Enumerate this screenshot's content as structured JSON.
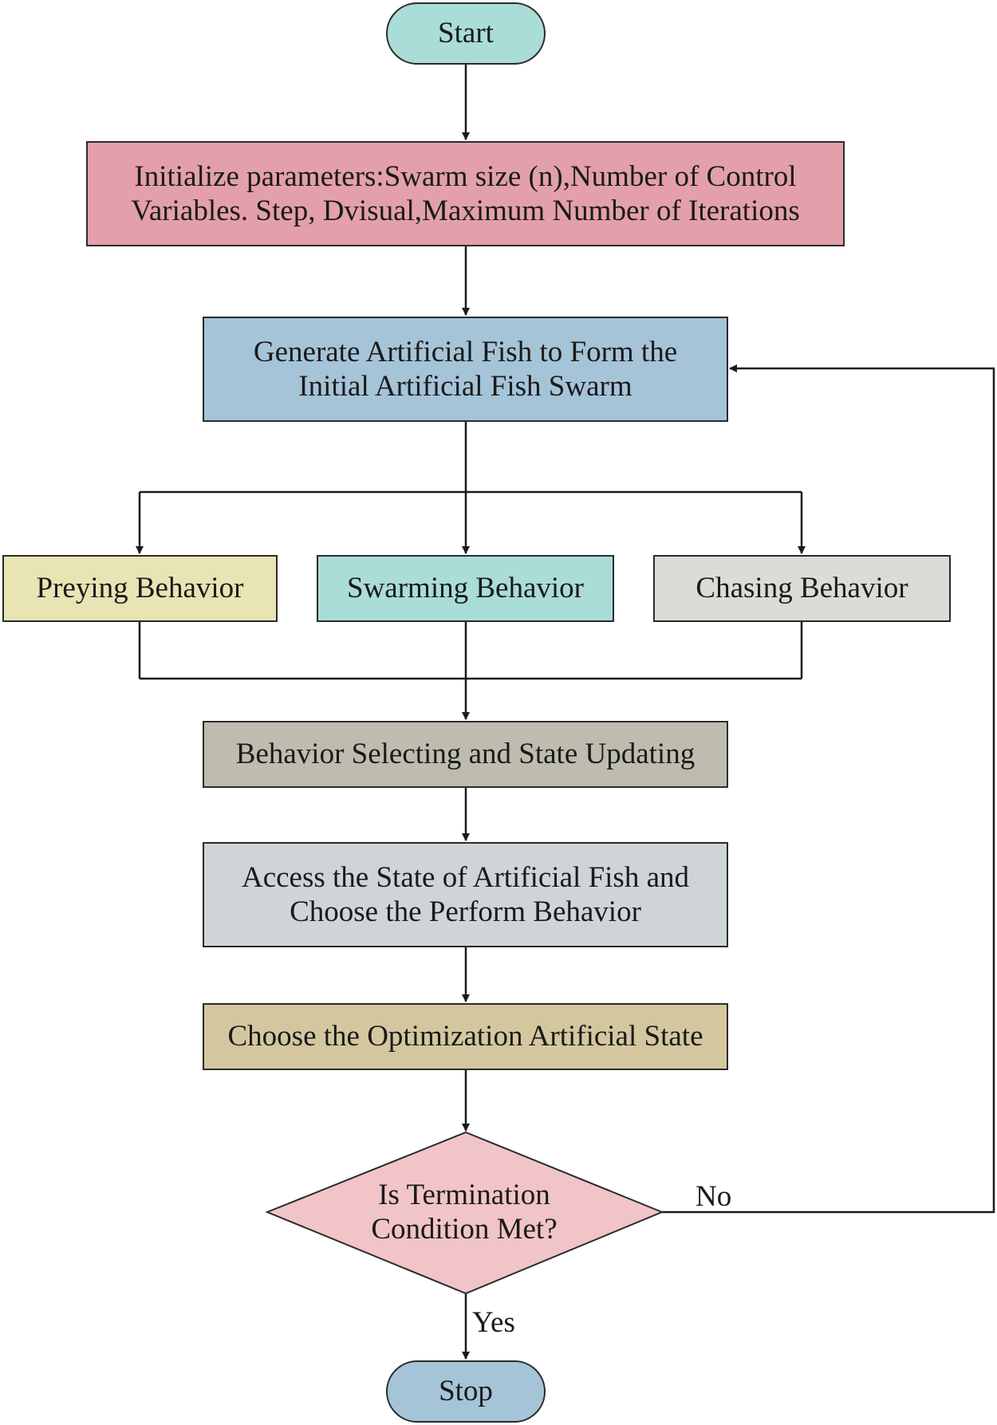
{
  "flowchart": {
    "start": "Start",
    "initialize": "Initialize parameters:Swarm size (n),Number of Control\nVariables. Step, Dvisual,Maximum Number of Iterations",
    "generate": "Generate Artificial Fish to Form the\nInitial Artificial Fish Swarm",
    "preying": "Preying Behavior",
    "swarming": "Swarming Behavior",
    "chasing": "Chasing Behavior",
    "select_update": "Behavior Selecting and State Updating",
    "access_state": "Access the State of Artificial Fish and\nChoose the Perform Behavior",
    "choose_optimization": "Choose the Optimization Artificial State",
    "decision": "Is Termination\nCondition Met?",
    "no_label": "No",
    "yes_label": "Yes",
    "stop": "Stop"
  },
  "colors": {
    "start": "#aadcd8",
    "initialize": "#e3a0aa",
    "generate": "#a5c4d8",
    "preying": "#e8e4b4",
    "swarming": "#aadcd8",
    "chasing": "#dcdbd6",
    "select_update": "#bdbcaf",
    "access_state": "#cfd5d6",
    "choose_optimization": "#d4c7a0",
    "decision": "#f1c4c7",
    "stop": "#a5c4d8",
    "line": "#1a1a1a"
  }
}
